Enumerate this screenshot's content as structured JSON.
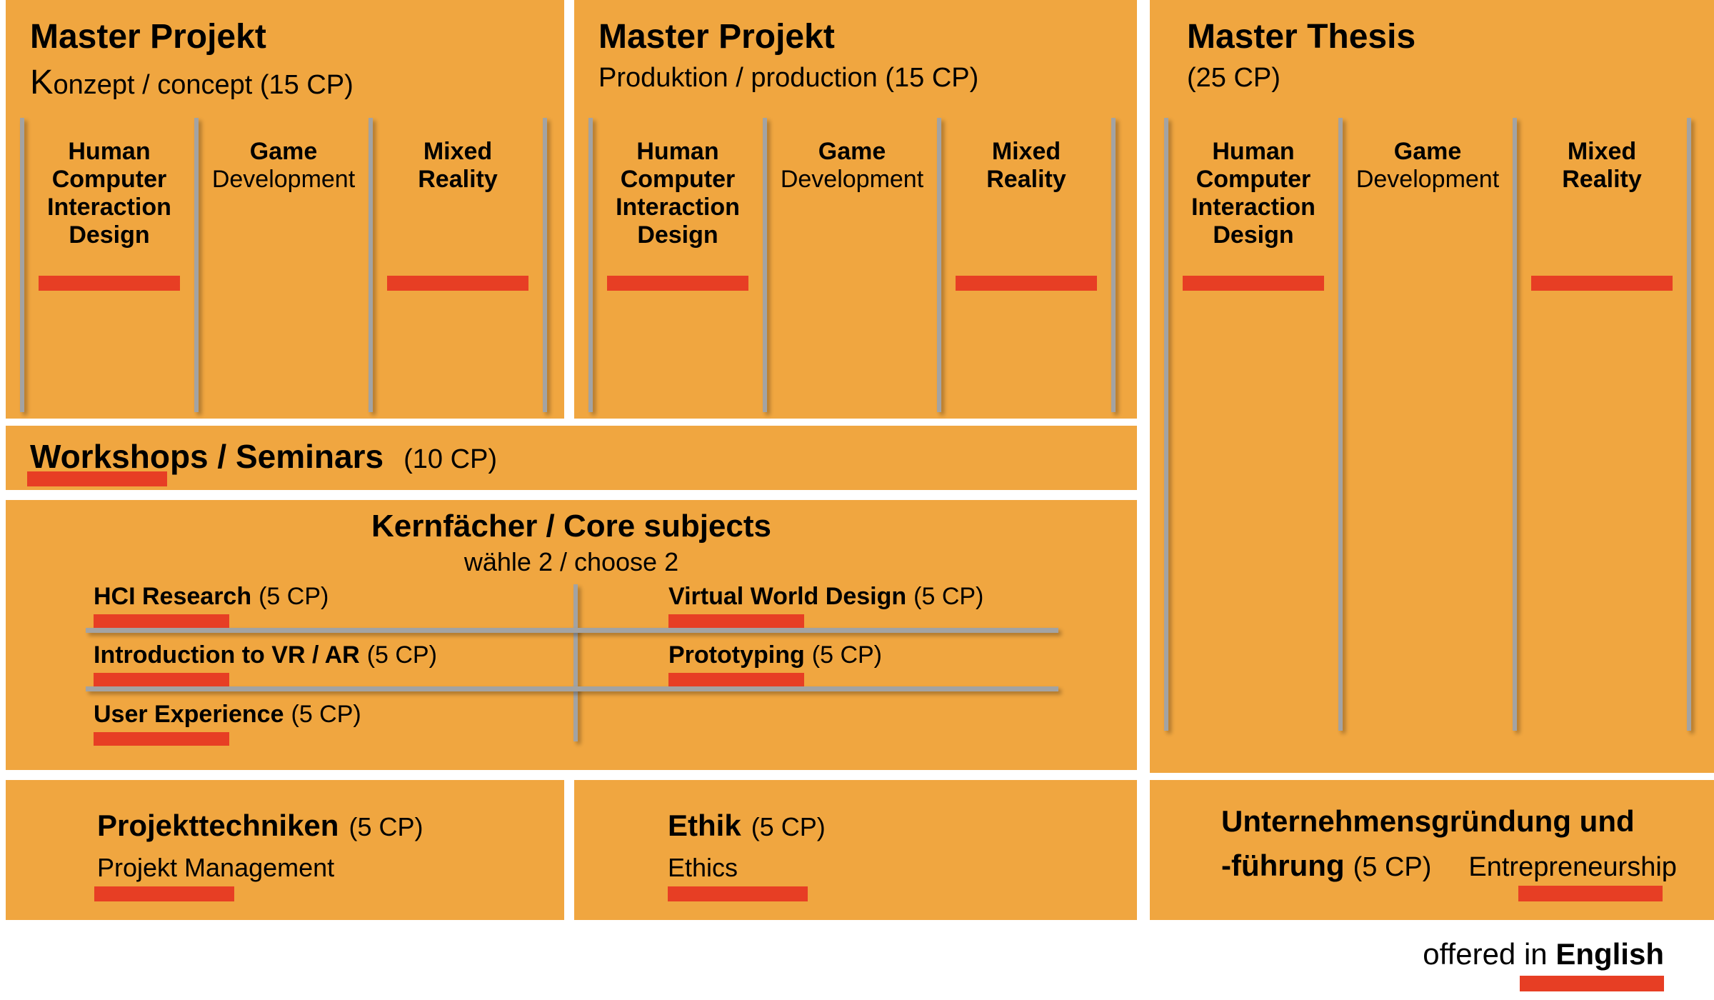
{
  "colors": {
    "panel_orange": "#F0A640",
    "marker_red": "#E73E24",
    "divider_gray": "#A3A3A3"
  },
  "marker_meaning": "red bar = offered in English",
  "panels": {
    "master_projekt_konzept": {
      "title": "Master Projekt",
      "subtitle": "Konzept / concept (15 CP)",
      "columns": [
        {
          "lines_bold": "Human\nComputer\nInteraction\nDesign",
          "lines_regular": "",
          "offered_in_english": true
        },
        {
          "lines_bold": "Game",
          "lines_regular": "Development",
          "offered_in_english": false
        },
        {
          "lines_bold": "Mixed\nReality",
          "lines_regular": "",
          "offered_in_english": true
        }
      ]
    },
    "master_projekt_produktion": {
      "title": "Master Projekt",
      "subtitle": "Produktion / production (15 CP)",
      "columns": [
        {
          "lines_bold": "Human\nComputer\nInteraction\nDesign",
          "lines_regular": "",
          "offered_in_english": true
        },
        {
          "lines_bold": "Game",
          "lines_regular": "Development",
          "offered_in_english": false
        },
        {
          "lines_bold": "Mixed\nReality",
          "lines_regular": "",
          "offered_in_english": true
        }
      ]
    },
    "master_thesis": {
      "title": "Master Thesis",
      "subtitle": "(25 CP)",
      "columns": [
        {
          "lines_bold": "Human\nComputer\nInteraction\nDesign",
          "lines_regular": "",
          "offered_in_english": true
        },
        {
          "lines_bold": "Game",
          "lines_regular": "Development",
          "offered_in_english": false
        },
        {
          "lines_bold": "Mixed\nReality",
          "lines_regular": "",
          "offered_in_english": true
        }
      ]
    },
    "workshops_seminars": {
      "title": "Workshops / Seminars",
      "credits": "(10 CP)",
      "offered_in_english": true
    },
    "kernfaecher": {
      "title": "Kernfächer / Core subjects",
      "subtitle": "wähle 2 / choose 2",
      "left_column": [
        {
          "name": "HCI Research",
          "credits": "(5 CP)",
          "offered_in_english": true
        },
        {
          "name": "Introduction to VR / AR",
          "credits": "(5 CP)",
          "offered_in_english": true
        },
        {
          "name": "User Experience",
          "credits": "(5 CP)",
          "offered_in_english": true
        }
      ],
      "right_column": [
        {
          "name": "Virtual World Design",
          "credits": "(5 CP)",
          "offered_in_english": true
        },
        {
          "name": "Prototyping",
          "credits": "(5 CP)",
          "offered_in_english": true
        }
      ]
    },
    "projekttechniken": {
      "title": "Projekttechniken",
      "credits": "(5 CP)",
      "subtitle": "Projekt Management",
      "offered_in_english": true
    },
    "ethik": {
      "title": "Ethik",
      "credits": "(5 CP)",
      "subtitle": "Ethics",
      "offered_in_english": true
    },
    "unternehmensgruendung": {
      "title_line1": "Unternehmensgründung und",
      "title_line2": "-führung",
      "credits": "(5 CP)",
      "subtitle": "Entrepreneurship",
      "offered_in_english": true
    }
  },
  "legend": {
    "text": "offered in",
    "emphasis": "English"
  }
}
